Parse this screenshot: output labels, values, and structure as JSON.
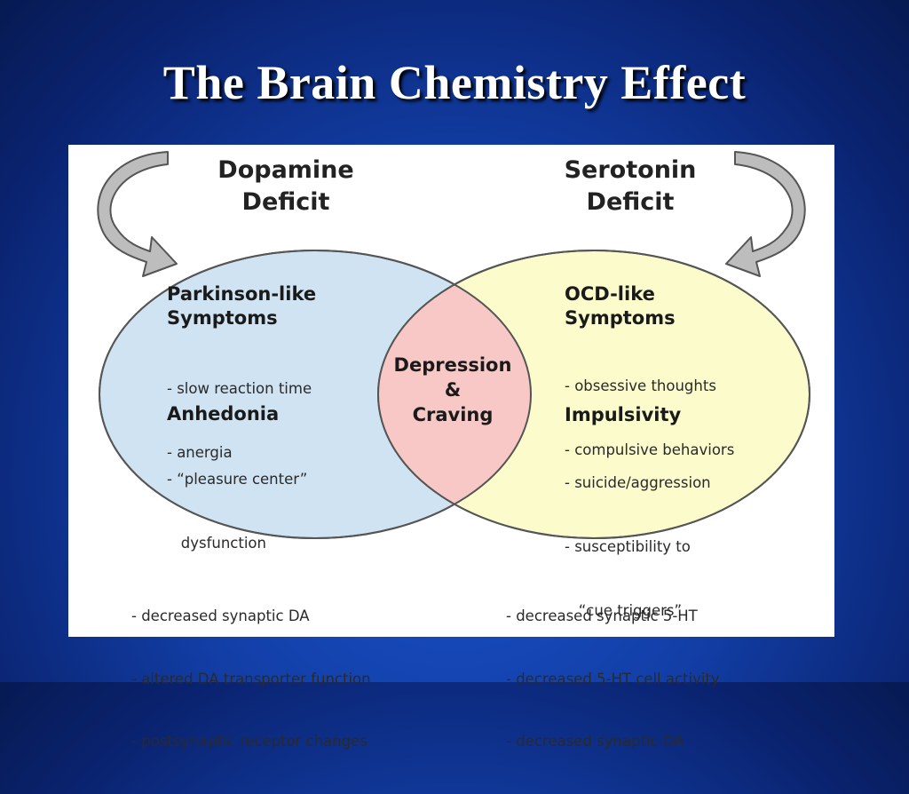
{
  "slide": {
    "title": "The Brain Chemistry Effect"
  },
  "colors": {
    "left_circle": "#cfe3f2",
    "right_circle": "#fbfbcc",
    "overlap": "#f7c8c6",
    "arrow": "#bdbdbd"
  },
  "icons": [
    "curved-arrow-left-icon",
    "curved-arrow-right-icon"
  ],
  "left": {
    "header_line1": "Dopamine",
    "header_line2": "Deficit",
    "group1_title_line1": "Parkinson-like",
    "group1_title_line2": "Symptoms",
    "group1_items": [
      "- slow reaction time",
      "- anergia"
    ],
    "group2_title": "Anhedonia",
    "group2_items": [
      "- “pleasure center”",
      "   dysfunction"
    ]
  },
  "right": {
    "header_line1": "Serotonin",
    "header_line2": "Deficit",
    "group1_title_line1": "OCD-like",
    "group1_title_line2": "Symptoms",
    "group1_items": [
      "- obsessive thoughts",
      "- compulsive behaviors"
    ],
    "group2_title": "Impulsivity",
    "group2_items": [
      "- suicide/aggression",
      "- susceptibility to",
      "   “cue triggers”"
    ]
  },
  "overlap": {
    "line1": "Depression",
    "line2": "&",
    "line3": "Craving"
  },
  "bottom_left": [
    "- decreased synaptic DA",
    "- altered DA transporter function",
    "- postsynaptic receptor changes"
  ],
  "bottom_right": [
    "- decreased synaptic 5-HT",
    "- decreased 5-HT cell activity",
    "- decreased synaptic DA"
  ]
}
